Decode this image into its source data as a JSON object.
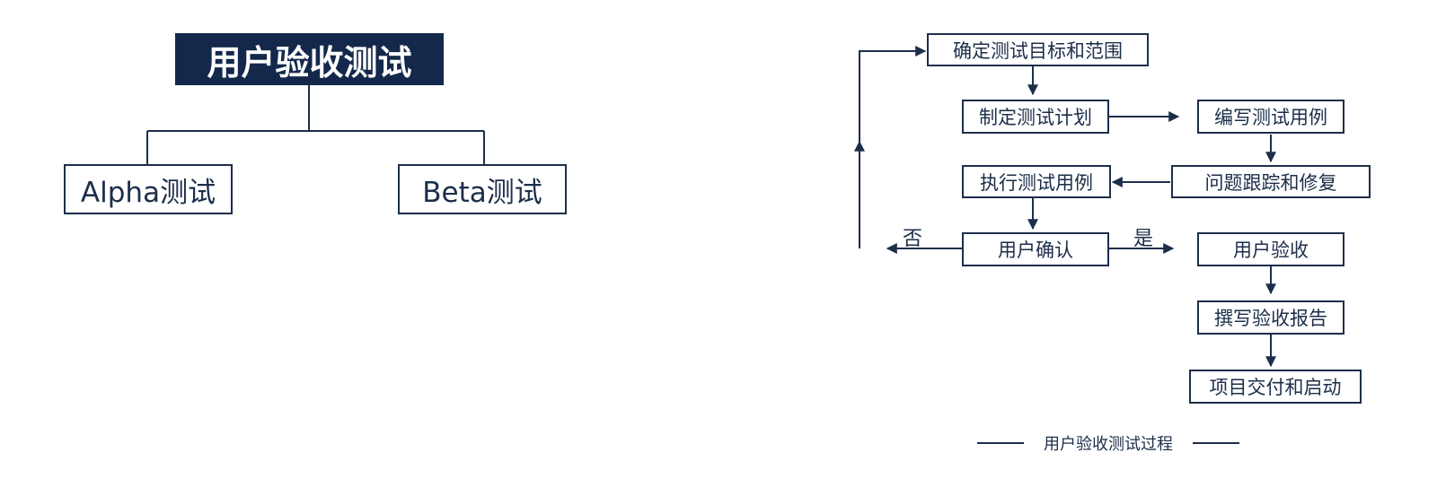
{
  "left": {
    "title": "用户验收测试",
    "children": [
      "Alpha测试",
      "Beta测试"
    ]
  },
  "flow": {
    "steps": [
      "确定测试目标和范围",
      "制定测试计划",
      "编写测试用例",
      "问题跟踪和修复",
      "执行测试用例",
      "用户确认",
      "用户验收",
      "撰写验收报告",
      "项目交付和启动"
    ],
    "no_label": "否",
    "yes_label": "是",
    "caption": "用户验收测试过程"
  },
  "colors": {
    "navy": "#13284b",
    "line": "#1c2e4a"
  }
}
